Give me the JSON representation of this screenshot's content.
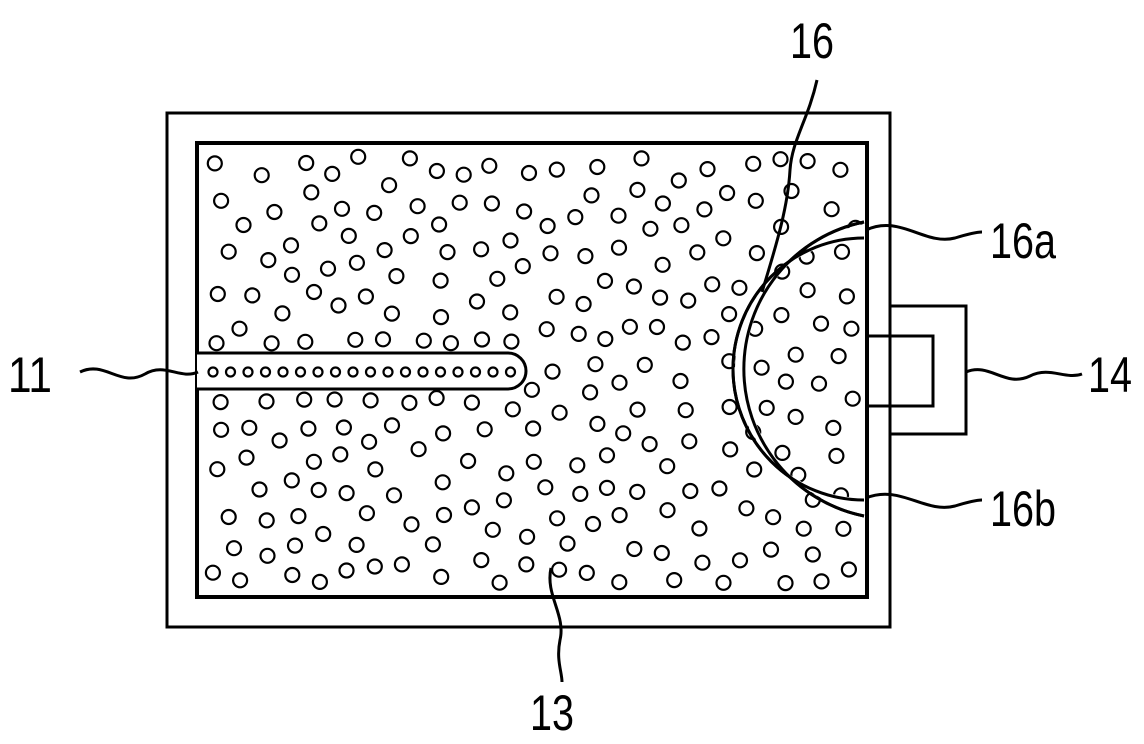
{
  "labels": {
    "pipe": "11",
    "particles": "13",
    "terminal": "14",
    "separator": "16",
    "separator_top": "16a",
    "separator_bottom": "16b"
  },
  "colors": {
    "line": "#000000",
    "background": "#ffffff"
  }
}
